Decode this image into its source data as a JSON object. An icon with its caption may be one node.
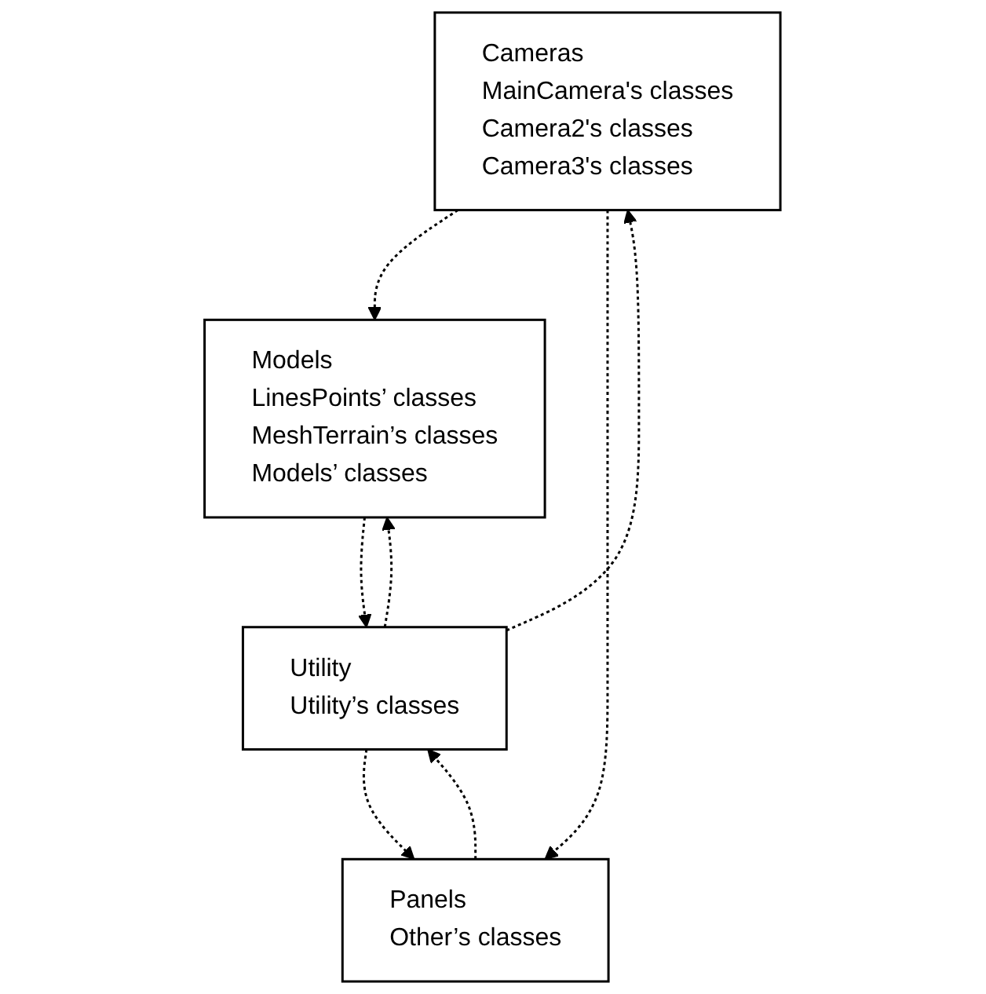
{
  "diagram": {
    "nodes": [
      {
        "text": [
          "Cameras",
          "MainCamera's classes",
          "Camera2's classes",
          "Camera3's classes"
        ]
      },
      {
        "text": [
          "Models",
          "LinesPoints’ classes",
          "MeshTerrain’s classes",
          "Models’ classes"
        ]
      },
      {
        "text": [
          "Utility",
          "Utility’s classes"
        ]
      },
      {
        "text": [
          "Panels",
          "Other’s classes"
        ]
      }
    ],
    "edges": [
      {
        "from": 0,
        "to": 1,
        "arrow": "to",
        "style": "dashed"
      },
      {
        "from": 2,
        "to": 0,
        "arrow": "to",
        "style": "dashed"
      },
      {
        "from": 2,
        "to": 1,
        "arrow": "to",
        "style": "dashed"
      },
      {
        "from": 1,
        "to": 2,
        "arrow": "to",
        "style": "dashed"
      },
      {
        "from": 2,
        "to": 3,
        "arrow": "to",
        "style": "dashed"
      },
      {
        "from": 3,
        "to": 2,
        "arrow": "to",
        "style": "dashed"
      },
      {
        "from": 0,
        "to": 3,
        "arrow": "to",
        "style": "dashed"
      }
    ]
  }
}
